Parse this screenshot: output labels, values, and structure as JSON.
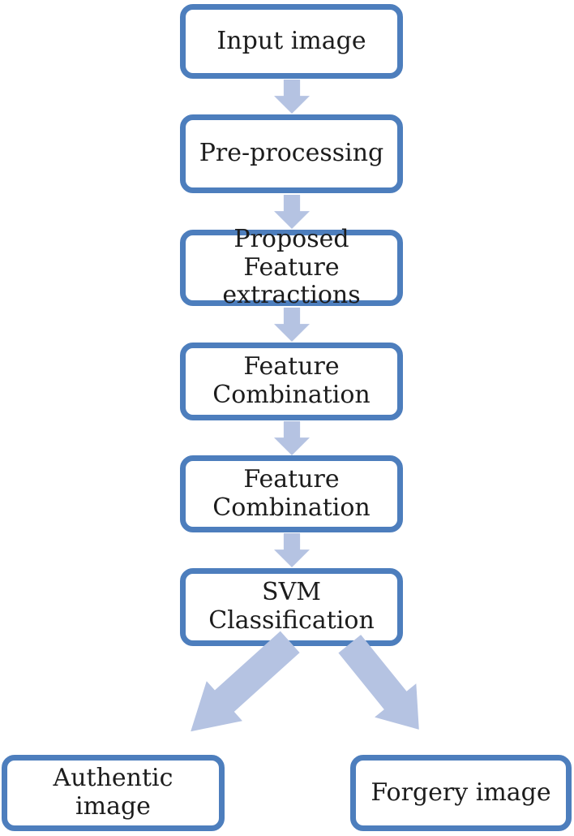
{
  "diagram": {
    "type": "flowchart",
    "colors": {
      "box_border": "#4d7ebd",
      "box_fill": "#ffffff",
      "arrow_fill": "#b5c3e2",
      "text": "#1c1c1c"
    },
    "nodes": [
      {
        "id": "input-image",
        "label": "Input image"
      },
      {
        "id": "pre-processing",
        "label": "Pre-processing"
      },
      {
        "id": "proposed-feature-extractions",
        "label": "Proposed Feature extractions"
      },
      {
        "id": "feature-combination-1",
        "label": "Feature Combination"
      },
      {
        "id": "feature-combination-2",
        "label": "Feature Combination"
      },
      {
        "id": "svm-classification",
        "label": "SVM Classification"
      },
      {
        "id": "authentic-image",
        "label": "Authentic image"
      },
      {
        "id": "forgery-image",
        "label": "Forgery image"
      }
    ],
    "edges": [
      {
        "from": "input-image",
        "to": "pre-processing"
      },
      {
        "from": "pre-processing",
        "to": "proposed-feature-extractions"
      },
      {
        "from": "proposed-feature-extractions",
        "to": "feature-combination-1"
      },
      {
        "from": "feature-combination-1",
        "to": "feature-combination-2"
      },
      {
        "from": "feature-combination-2",
        "to": "svm-classification"
      },
      {
        "from": "svm-classification",
        "to": "authentic-image"
      },
      {
        "from": "svm-classification",
        "to": "forgery-image"
      }
    ]
  }
}
